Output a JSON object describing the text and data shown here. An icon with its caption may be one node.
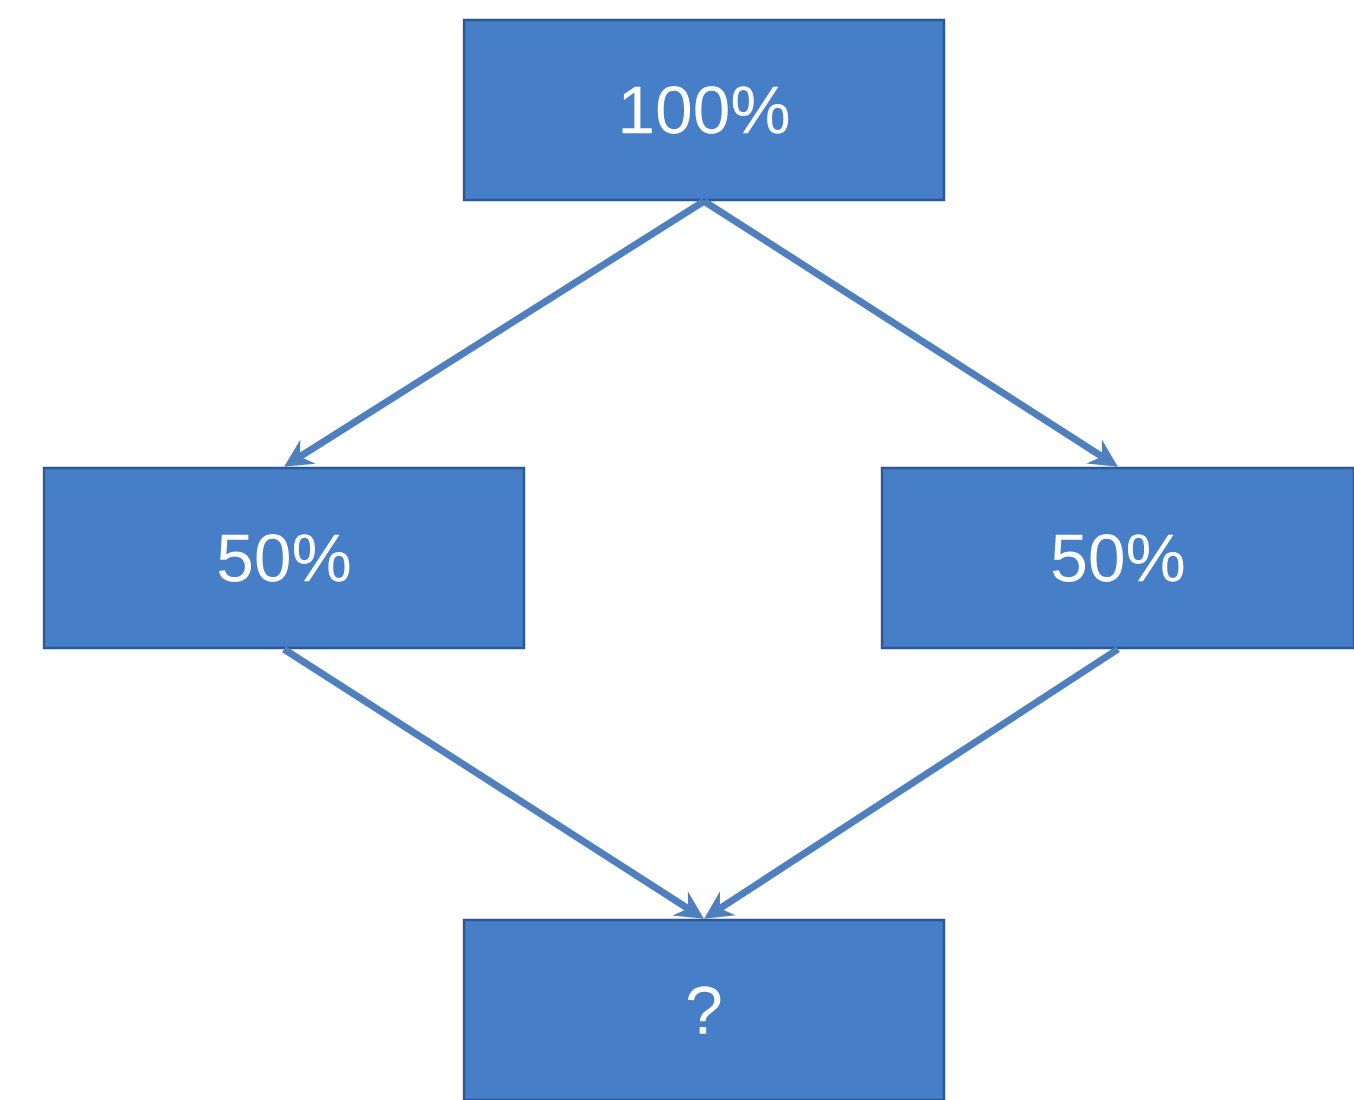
{
  "diagram": {
    "nodes": [
      {
        "text": [
          "100%"
        ]
      },
      {
        "text": [
          "50%"
        ]
      },
      {
        "text": [
          "50%"
        ]
      },
      {
        "text": [
          "?"
        ]
      }
    ],
    "edges": [
      {
        "from": 0,
        "to": 1,
        "arrow": "to"
      },
      {
        "from": 0,
        "to": 2,
        "arrow": "to"
      },
      {
        "from": 1,
        "to": 3,
        "arrow": "to"
      },
      {
        "from": 2,
        "to": 3,
        "arrow": "to"
      }
    ]
  }
}
